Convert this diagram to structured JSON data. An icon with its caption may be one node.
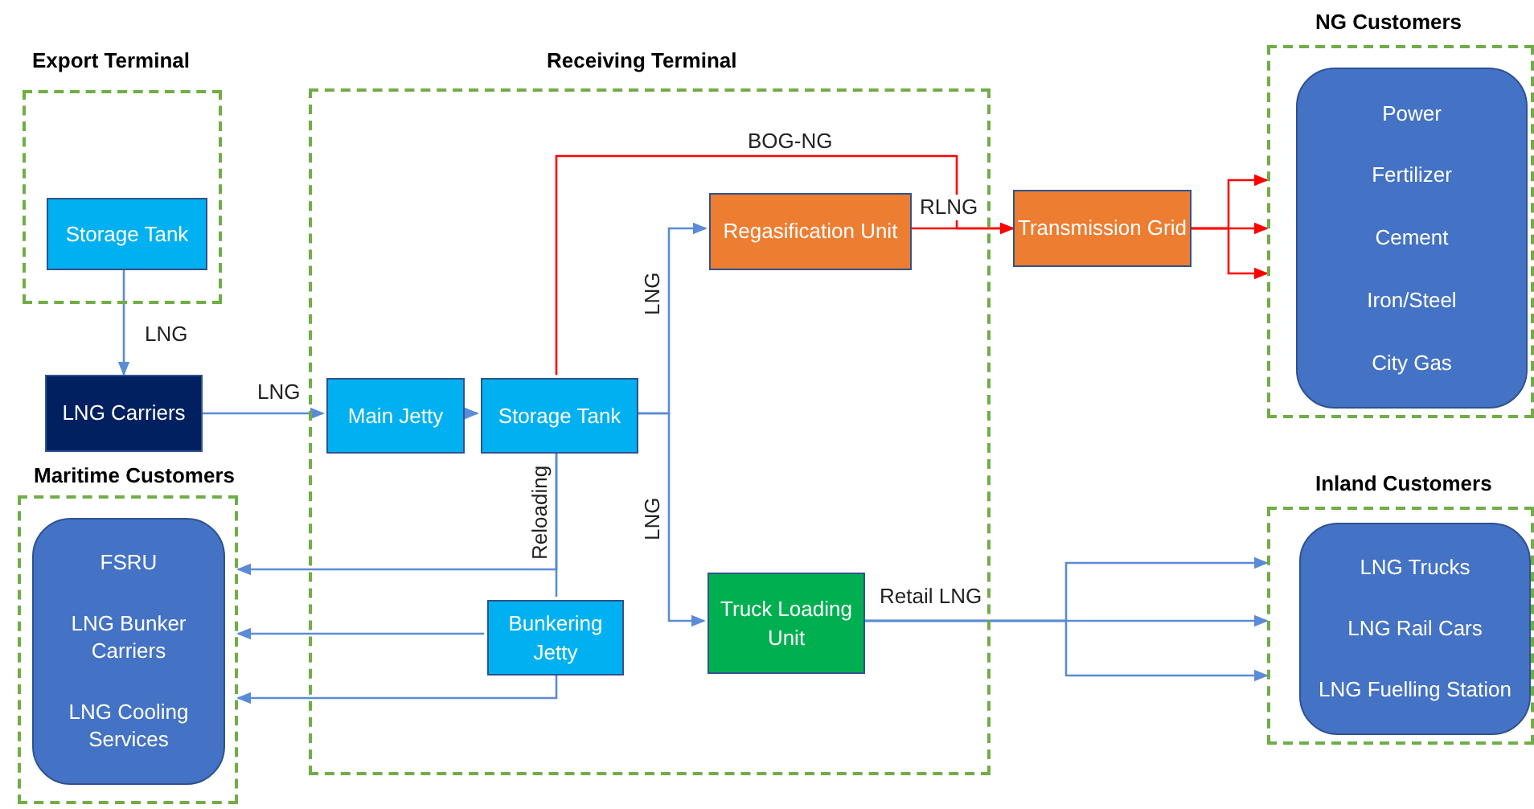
{
  "diagram": {
    "nodes": [
      {
        "text": [
          "Export Terminal"
        ]
      },
      {
        "text": [
          "Storage Tank"
        ],
        "in": 0
      },
      {
        "text": [
          "LNG Carriers"
        ]
      },
      {
        "text": [
          "Receiving Terminal"
        ]
      },
      {
        "text": [
          "Main Jetty"
        ],
        "in": 3
      },
      {
        "text": [
          "Storage Tank"
        ],
        "in": 3
      },
      {
        "text": [
          "Regasification Unit"
        ],
        "in": 3
      },
      {
        "text": [
          "Bunkering Jetty"
        ],
        "in": 3
      },
      {
        "text": [
          "Truck Loading Unit"
        ],
        "in": 3
      },
      {
        "text": [
          "Transmission Grid"
        ]
      },
      {
        "text": [
          "NG Customers"
        ]
      },
      {
        "text": [
          "Power",
          "Fertilizer",
          "Cement",
          "Iron/Steel",
          "City Gas"
        ],
        "in": 10
      },
      {
        "text": [
          "Maritime Customers"
        ]
      },
      {
        "text": [
          "FSRU",
          "LNG Bunker Carriers",
          "LNG Cooling Services"
        ],
        "in": 12
      },
      {
        "text": [
          "Inland Customers"
        ]
      },
      {
        "text": [
          "LNG Trucks",
          "LNG Rail Cars",
          "LNG Fuelling Station"
        ],
        "in": 14
      }
    ],
    "edges": [
      {
        "from": 1,
        "to": 2,
        "arrow": "to",
        "label": "LNG"
      },
      {
        "from": 2,
        "to": 4,
        "arrow": "to",
        "label": "LNG"
      },
      {
        "from": 4,
        "to": 5,
        "arrow": "to"
      },
      {
        "from": 5,
        "to": 6,
        "arrow": "to",
        "label": "LNG"
      },
      {
        "from": 5,
        "to": 8,
        "arrow": "to",
        "label": "LNG"
      },
      {
        "from": 5,
        "to": 9,
        "arrow": "to",
        "label": "BOG-NG",
        "color": "#ff0000"
      },
      {
        "from": 6,
        "to": 9,
        "arrow": "to",
        "label": "RLNG",
        "color": "#ff0000"
      },
      {
        "from": 9,
        "to": 10,
        "arrow": "to",
        "color": "#ff0000"
      },
      {
        "from": 9,
        "to": 10,
        "arrow": "to",
        "color": "#ff0000"
      },
      {
        "from": 9,
        "to": 10,
        "arrow": "to",
        "color": "#ff0000"
      },
      {
        "from": 5,
        "to": 12,
        "arrow": "to",
        "label": "Reloading"
      },
      {
        "from": 5,
        "to": 7,
        "arrow": "none"
      },
      {
        "from": 7,
        "to": 12,
        "arrow": "to"
      },
      {
        "from": 7,
        "to": 12,
        "arrow": "to"
      },
      {
        "from": 8,
        "to": 14,
        "arrow": "to",
        "label": "Retail LNG"
      },
      {
        "from": 8,
        "to": 14,
        "arrow": "to"
      },
      {
        "from": 8,
        "to": 14,
        "arrow": "to"
      }
    ]
  }
}
